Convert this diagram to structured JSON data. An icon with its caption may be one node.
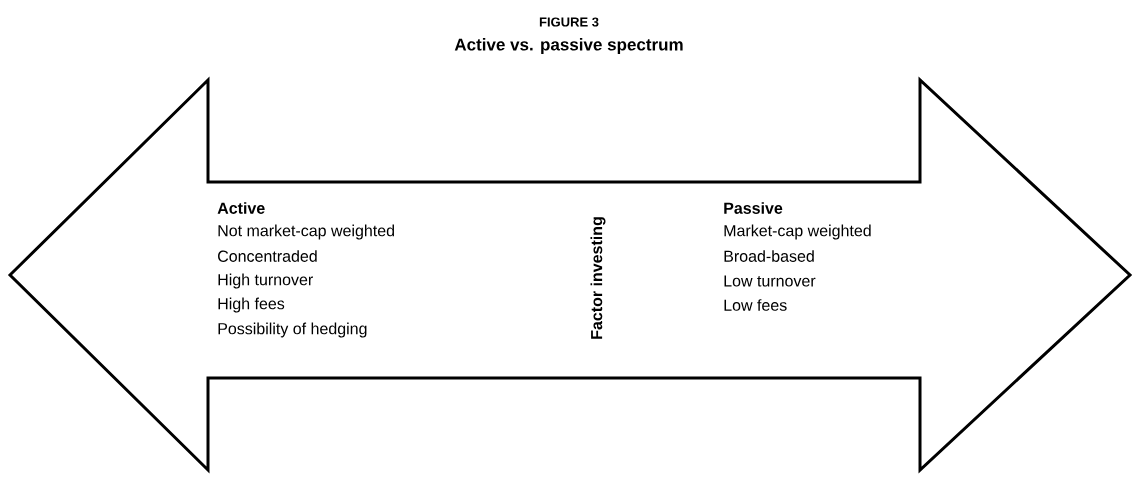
{
  "diagram": {
    "title": "Active vs. passive spectrum",
    "nodes": [
      {
        "text": [
          "Active",
          "Not market-cap weighted",
          "Concentraded",
          "High turnover",
          "High fees",
          "Possibility of hedging",
          "Factor investing",
          "Passive",
          "Market-cap weighted",
          "Broad-based",
          "Low turnover",
          "Low fees"
        ]
      }
    ],
    "edges": [],
    "labels": [
      "FIGURE 3"
    ]
  }
}
